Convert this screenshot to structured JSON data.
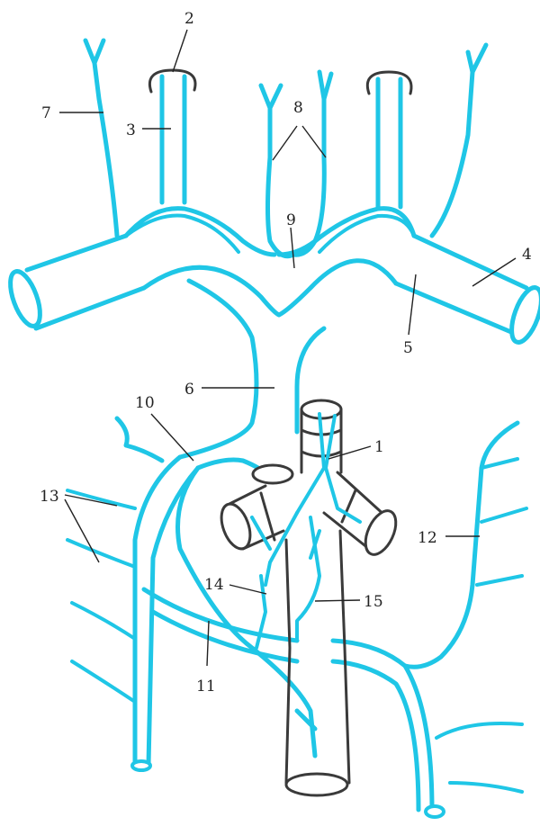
{
  "labels": [
    "1",
    "2",
    "3",
    "4",
    "5",
    "6",
    "7",
    "8",
    "9",
    "10",
    "11",
    "12",
    "13",
    "14",
    "15"
  ],
  "colors": {
    "vein": "#1fc6e6",
    "structure_outline": "#3a3a3a",
    "label_text": "#222222",
    "background": "#ffffff"
  }
}
